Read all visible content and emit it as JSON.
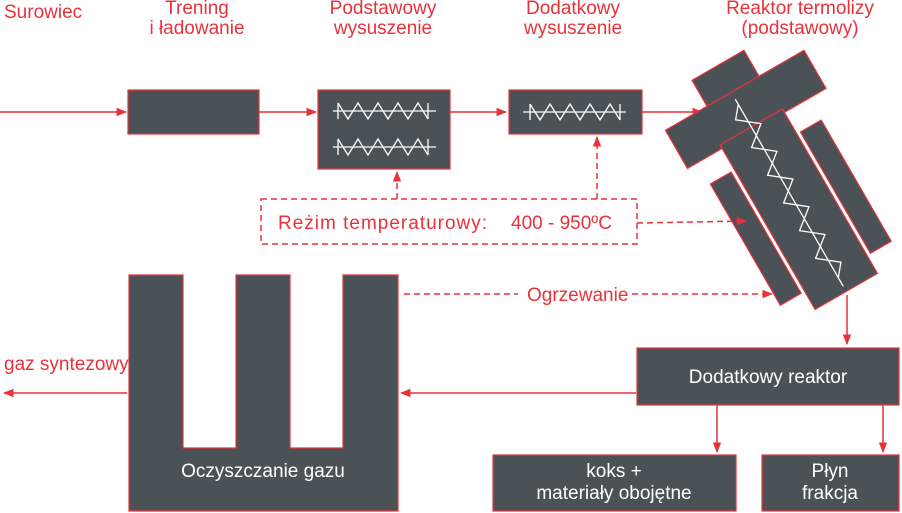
{
  "labels": {
    "raw_material": "Surowiec",
    "training_line1": "Trening",
    "training_line2": "i ładowanie",
    "primary_drying_line1": "Podstawowy",
    "primary_drying_line2": "wysuszenie",
    "secondary_drying_line1": "Dodatkowy",
    "secondary_drying_line2": "wysuszenie",
    "reactor_line1": "Reaktor termolizy",
    "reactor_line2": "(podstawowy)",
    "temp_mode_prefix": "Reżim temperaturowy:",
    "temp_mode_value": "400 - 950ºC",
    "heating": "Ogrzewanie",
    "syngas": "gaz syntezowy",
    "secondary_reactor": "Dodatkowy reaktor",
    "gas_cleaning": "Oczyszczanie gazu",
    "coke_line1": "koks +",
    "coke_line2": "materiały obojętne",
    "liquid_line1": "Płyn",
    "liquid_line2": "frakcja"
  },
  "colors": {
    "accent": "#e8323a",
    "box": "#4b5257",
    "text_on_box": "#ffffff"
  }
}
